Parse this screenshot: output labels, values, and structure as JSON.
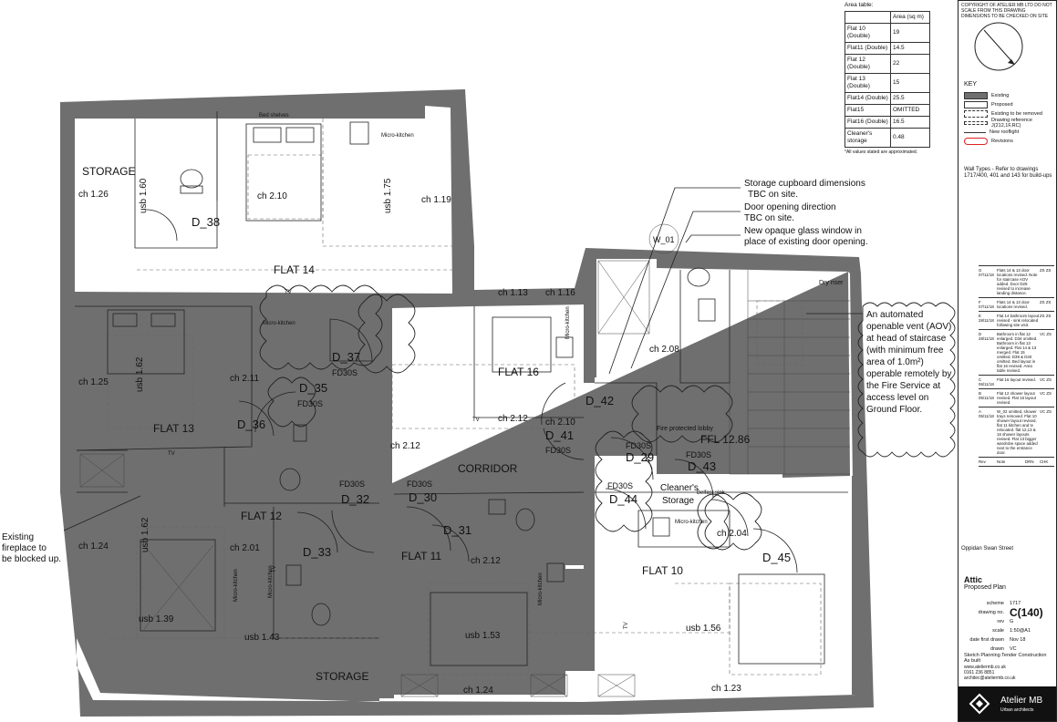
{
  "rooms": {
    "storage_top": "STORAGE",
    "storage_bottom": "STORAGE",
    "flat14": "FLAT 14",
    "flat13": "FLAT 13",
    "flat12": "FLAT 12",
    "flat11": "FLAT 11",
    "flat16": "FLAT 16",
    "flat10": "FLAT 10",
    "corridor": "CORRIDOR",
    "cleaner_a": "Cleaner's",
    "cleaner_b": "Storage"
  },
  "heights": {
    "ch126": "ch 1.26",
    "ch210a": "ch 2.10",
    "usb160": "usb 1.60",
    "usb175": "usb 1.75",
    "ch119": "ch 1.19",
    "ch125": "ch 1.25",
    "usb162a": "usb 1.62",
    "ch211": "ch 2.11",
    "ch212a": "ch 2.12",
    "ch212b": "ch 2.12",
    "ch113": "ch 1.13",
    "ch116": "ch 1.16",
    "ch208": "ch 2.08",
    "ch210b": "ch 2.10",
    "ch124a": "ch 1.24",
    "usb162b": "usb 1.62",
    "ch201": "ch 2.01",
    "usb139": "usb 1.39",
    "usb143": "usb 1.43",
    "ch212c": "ch 2.12",
    "usb153": "usb 1.53",
    "ch124b": "ch 1.24",
    "usb156": "usb 1.56",
    "ch123": "ch 1.23",
    "ch204": "ch 2.04"
  },
  "doors": {
    "d38": "D_38",
    "d37": "D_37",
    "d35": "D_35",
    "d36": "D_36",
    "d32": "D_32",
    "d30": "D_30",
    "d31": "D_31",
    "d33": "D_33",
    "d42": "D_42",
    "d41": "D_41",
    "d29": "D_29",
    "d43": "D_43",
    "d44": "D_44",
    "d45": "D_45",
    "w01": "W_01"
  },
  "fire": {
    "f37": "FD30S",
    "f35": "FD30S",
    "f32": "FD30S",
    "f30": "FD30S",
    "f41": "FD30S",
    "f29": "FD30S",
    "f43": "FD30S",
    "f44": "FD30S"
  },
  "fixtures": {
    "bed_shelves": "Bed shelves",
    "micro1": "Micro-kitchen",
    "micro2": "Micro-kitchen",
    "micro3": "Micro-kitchen",
    "micro4": "Micro-kitchen",
    "micro5": "Micro-kitchen",
    "micro6": "Micro-kitchen",
    "micro7": "Micro-kitchen",
    "tv1": "TV",
    "tv2": "TV",
    "tv3": "TV",
    "tv4": "TV",
    "tv5": "TV",
    "dry_riser": "Dry riser",
    "belfast": "Belfast sink",
    "lobby": "Fire protected lobby",
    "ffl": "FFL 12.86"
  },
  "notes": {
    "storage_dims_1": "Storage cupboard dimensions",
    "storage_dims_2": "TBC on site.",
    "door_dir_1": "Door opening direction",
    "door_dir_2": "TBC on site.",
    "window_1": "New opaque glass window in",
    "window_2": "place of existing door opening.",
    "fireplace_1": "Existing",
    "fireplace_2": "fireplace to",
    "fireplace_3": "be blocked up.",
    "aov": [
      "An automated",
      "openable vent (AOV)",
      "at head of staircase",
      "(with minimum free",
      "area of 1.0m²)",
      "operable remotely by",
      "the Fire Service at",
      "access level on",
      "Ground Floor."
    ]
  },
  "area_table": {
    "caption": "Area table:",
    "header": "Area (sq m)",
    "rows": [
      {
        "name": "Flat 10 (Double)",
        "value": "19"
      },
      {
        "name": "Flat11 (Double)",
        "value": "14.5"
      },
      {
        "name": "Flat 12 (Double)",
        "value": "22"
      },
      {
        "name": "Flat 13 (Double)",
        "value": "15"
      },
      {
        "name": "Flat14 (Double)",
        "value": "25.5"
      },
      {
        "name": "Flat15",
        "value": "OMITTED"
      },
      {
        "name": "Flat16 (Double)",
        "value": "16.5"
      },
      {
        "name": "Cleaner's storage",
        "value": "0.48"
      }
    ],
    "note": "*All values stated are approximated."
  },
  "title_block": {
    "copyright": "COPYRIGHT OF ATELIER MB LTD DO NOT SCALE FROM THIS DRAWING DIMENSIONS TO BE CHECKED ON SITE",
    "key_heading": "KEY",
    "key_items": [
      {
        "label": "Existing",
        "color": "#6f6f6f"
      },
      {
        "label": "Proposed",
        "color": "#ffffff"
      },
      {
        "label": "Existing to be removed",
        "color": "#ffffff"
      },
      {
        "label": "Drawing reference J(212,1F,RC)",
        "color": "#ffffff"
      },
      {
        "label": "New rooflight",
        "color": "#ffffff"
      },
      {
        "label": "Revisions",
        "color": "#ffffff"
      }
    ],
    "wall_types": "Wall Types - Refer to drawings 1717/400, 401 and 143 for build-ups",
    "revisions": [
      {
        "n": "G 07/11/18",
        "d": "Flats 14 & 13 door locations revised. Note for staircase AOV added. Door D29 revised to increase landing distance.",
        "i": "ZS ZS"
      },
      {
        "n": "F 07/11/18",
        "d": "Flats 14 & 13 door locations revised.",
        "i": "ZS ZS"
      },
      {
        "n": "E 28/11/18",
        "d": "Flat 14 bathroom layout revised - sink relocated following site visit.",
        "i": "ZS ZS"
      },
      {
        "n": "D 28/11/18",
        "d": "Bathroom in flat 12 enlarged. D34 omitted. Bathroom in flat 13 enlarged. Flat 14 & 13 merged. Flat 15 omitted. D39 & D40 omitted. Bed layout in flat 16 revised. Area table revised.",
        "i": "VC ZS"
      },
      {
        "n": "C 06/11/18",
        "d": "Flat 16 layout revised.",
        "i": "VC ZS"
      },
      {
        "n": "B 05/11/18",
        "d": "Flat 12 shower layout revised. Flat 16 layout revised.",
        "i": "VC ZS"
      },
      {
        "n": "A 05/11/18",
        "d": "W_02 omitted, shower trays removed. Flat 10 shower layout revised, flat 11 kitchen and tv relocated. flat 12,13 & 16 shower layouts revised. Flat 13 bigger wardrobe space added next to the entrance door.",
        "i": "VC ZS"
      }
    ],
    "rev_header": [
      "Rev",
      "Note",
      "DRN",
      "CHK"
    ],
    "project": "Oppidan Swan Street",
    "drawing_title": "Attic",
    "drawing_sub": "Proposed Plan",
    "scheme_k": "scheme",
    "scheme_v": "1717",
    "drawing_k": "drawing no.",
    "drawing_v": "C(140)",
    "rev_k": "rev",
    "rev_v": "G",
    "scale_k": "scale",
    "scale_v": "1:50@A1",
    "date_k": "date first drawn",
    "date_v": "Nov 18",
    "drawn_k": "drawn",
    "drawn_v": "VC",
    "status": "Sketch   Planning   Tender Construction   As built",
    "web": "www.ateliermb.co.uk",
    "phone": "0161 236 8851",
    "email": "architec@ateliermb.co.uk",
    "logo_name": "Atelier MB",
    "logo_sub": "Urban architects"
  }
}
